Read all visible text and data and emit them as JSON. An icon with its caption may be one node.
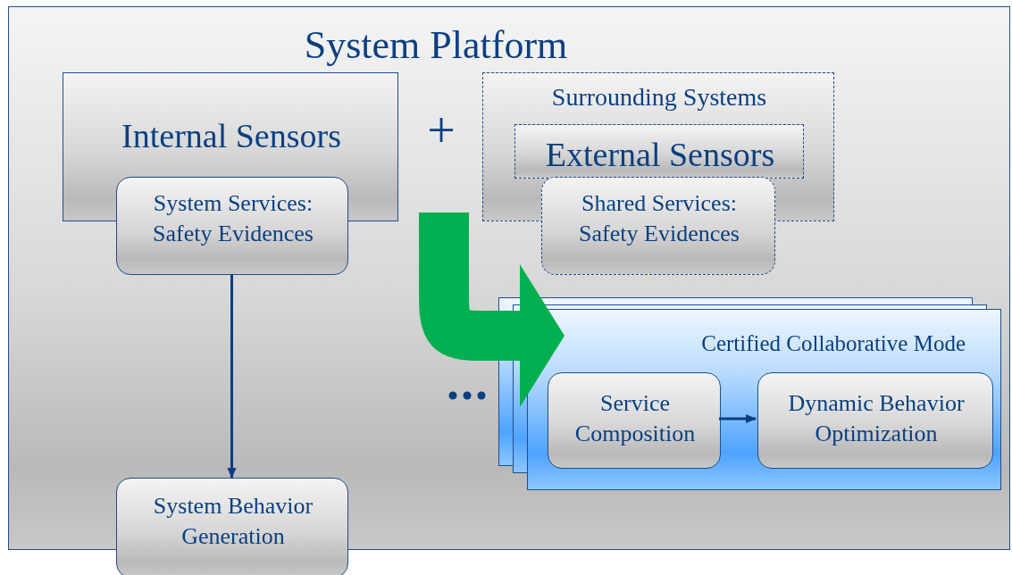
{
  "diagram": {
    "nodes": [
      {
        "text": [
          "System Platform"
        ]
      },
      {
        "text": [
          "Internal Sensors"
        ],
        "in": 0
      },
      {
        "text": [
          "System Services: Safety Evidences"
        ],
        "in": 0
      },
      {
        "text": [
          "System Behavior Generation"
        ]
      },
      {
        "text": [
          "Surrounding Systems"
        ],
        "in": 0
      },
      {
        "text": [
          "External Sensors"
        ],
        "in": 4
      },
      {
        "text": [
          "Shared Services: Safety Evidences"
        ],
        "in": 0
      },
      {
        "text": [
          "Certified Collaborative Mode"
        ],
        "in": 0
      },
      {
        "text": [
          "Service Composition"
        ],
        "in": 7
      },
      {
        "text": [
          "Dynamic Behavior Optimization"
        ],
        "in": 7
      }
    ],
    "edges": [
      {
        "from": 2,
        "to": 3,
        "arrow": "to"
      },
      {
        "from": 8,
        "to": 9,
        "arrow": "to"
      },
      {
        "from": null,
        "to": 7,
        "arrow": "to",
        "style": "thick",
        "color": "#00b050"
      }
    ],
    "labels": [
      "+"
    ]
  }
}
